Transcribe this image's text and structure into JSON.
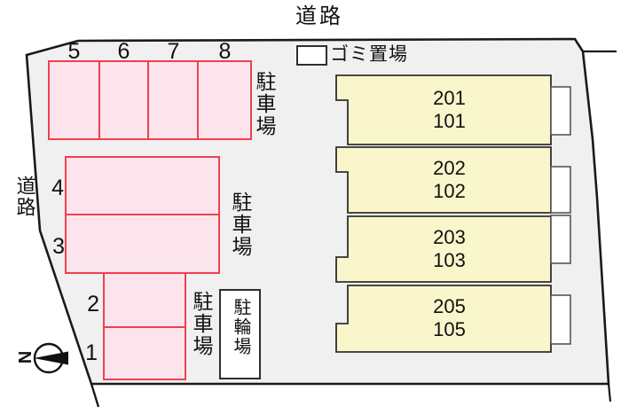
{
  "roads": {
    "top_label": "道路",
    "left_label": "道路"
  },
  "garbage": {
    "label": "ゴミ置場"
  },
  "parking": {
    "label": "駐車場",
    "top_row_stalls": [
      "5",
      "6",
      "7",
      "8"
    ],
    "mid_block_stalls": [
      "4",
      "3"
    ],
    "low_block_stalls": [
      "2",
      "1"
    ]
  },
  "bicycle": {
    "label": "駐輪場"
  },
  "building": {
    "units": [
      {
        "upper": "201",
        "lower": "101"
      },
      {
        "upper": "202",
        "lower": "102"
      },
      {
        "upper": "203",
        "lower": "103"
      },
      {
        "upper": "205",
        "lower": "105"
      }
    ]
  },
  "compass": {
    "north_label": "N"
  },
  "colors": {
    "site_fill": "#f0f0f0",
    "outline": "#1a1a1a",
    "parking_fill": "#fce4ec",
    "parking_border": "#ef4050",
    "building_fill": "#faf6cb",
    "building_border": "#2f2f2f",
    "box_fill": "#ffffff",
    "text": "#111111"
  }
}
